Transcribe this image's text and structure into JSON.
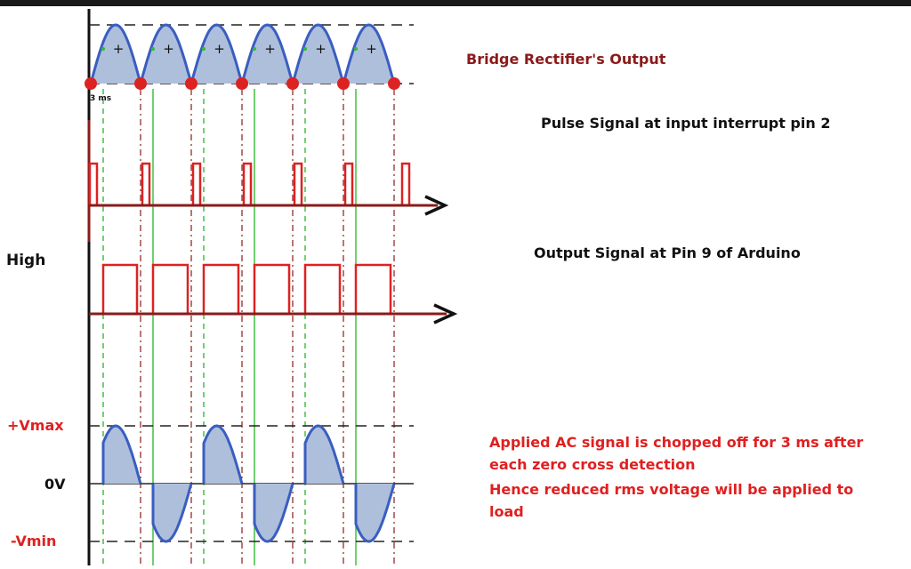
{
  "labels": {
    "rectifier_title": "Bridge Rectifier's Output",
    "pulse_title": "Pulse Signal at input interrupt pin 2",
    "output_title": "Output Signal at Pin 9 of Arduino",
    "high": "High",
    "vmax": "+Vmax",
    "zero_v": "0V",
    "vmin": "-Vmin",
    "ms_tag": "3 ms",
    "plus": "+",
    "note_line1": "Applied AC signal is chopped off for 3 ms after",
    "note_line2": "each zero cross detection",
    "note_line3": "Hence reduced rms voltage will be applied to",
    "note_line4": "load"
  },
  "colors": {
    "dark_red": "#8b1a1a",
    "red": "#dd2222",
    "wave_blue": "#3a5ec0",
    "fill_blue": "#aebfdc",
    "green": "#33bb33",
    "note_red": "#e02020",
    "dark": "#222222"
  }
}
